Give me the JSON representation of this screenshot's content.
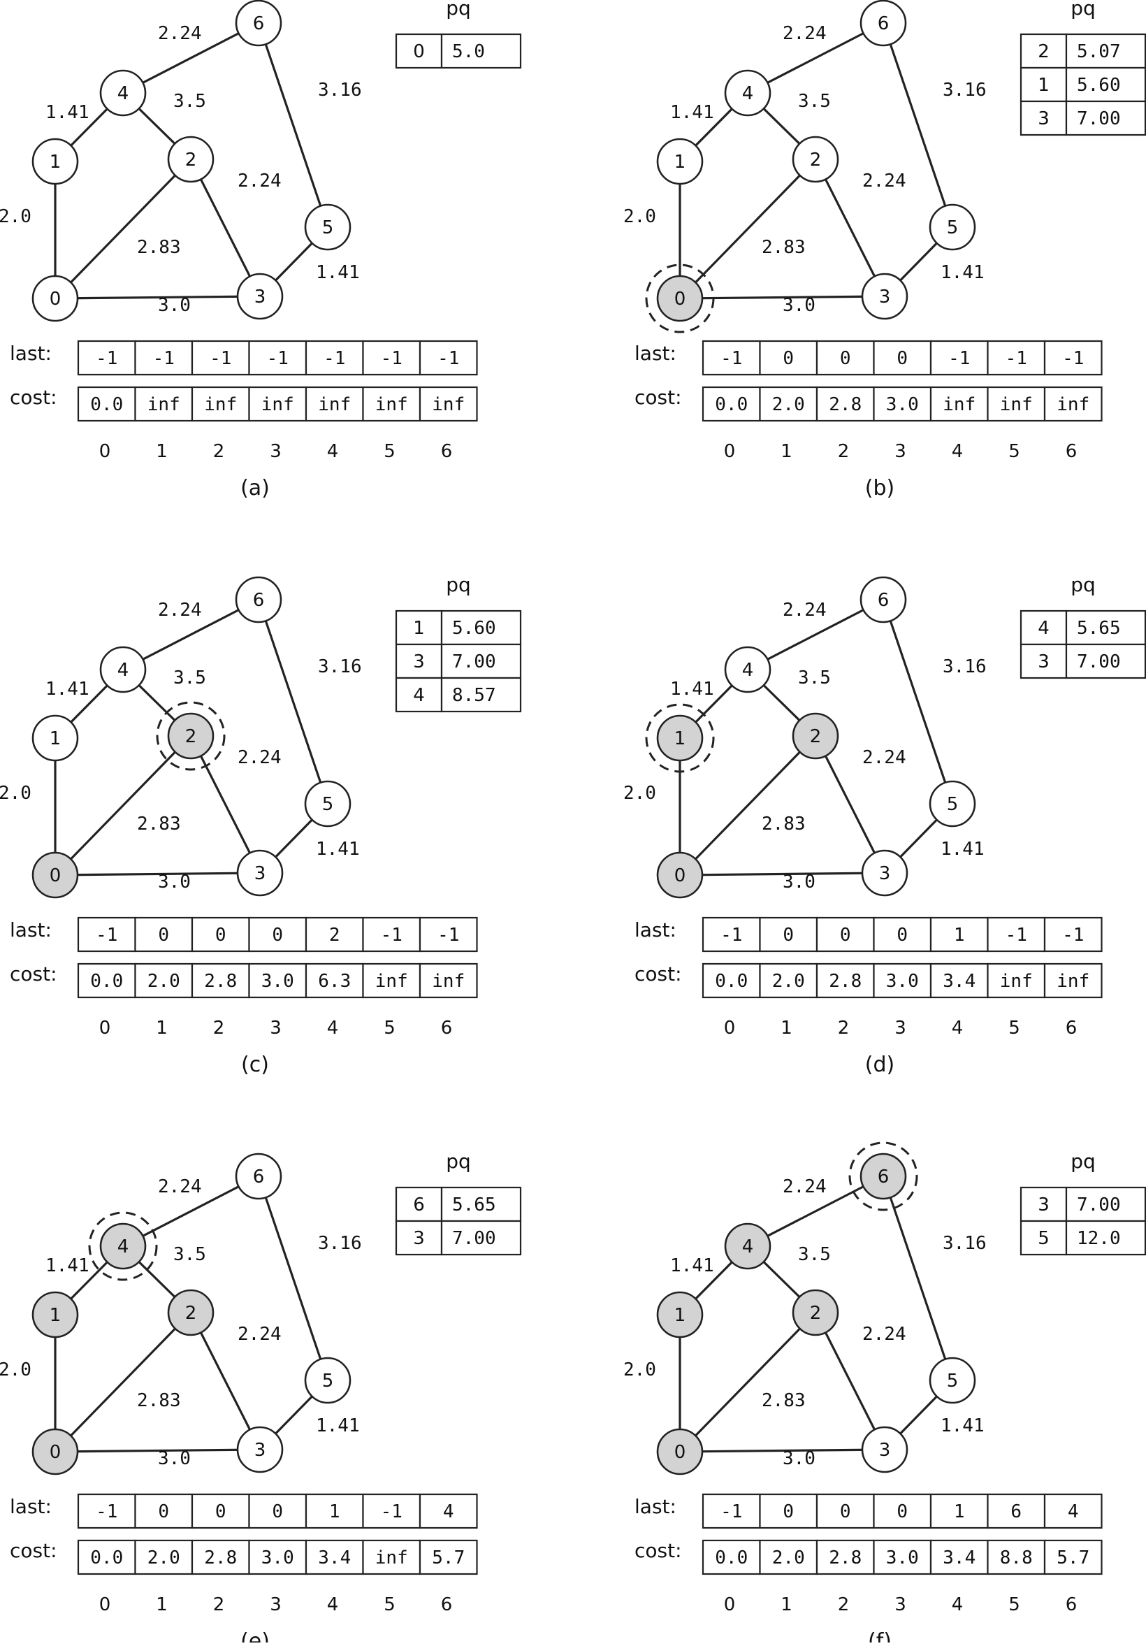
{
  "colors": {
    "visited_fill": "#d3d3d3",
    "unvisited_fill": "#ffffff",
    "stroke": "#222222"
  },
  "graph": {
    "nodes": [
      "0",
      "1",
      "2",
      "3",
      "4",
      "5",
      "6"
    ],
    "edges": [
      {
        "a": 0,
        "b": 1,
        "label": "2.0"
      },
      {
        "a": 0,
        "b": 2,
        "label": "2.83"
      },
      {
        "a": 0,
        "b": 3,
        "label": "3.0"
      },
      {
        "a": 1,
        "b": 4,
        "label": "1.41"
      },
      {
        "a": 4,
        "b": 2,
        "label": "3.5"
      },
      {
        "a": 4,
        "b": 6,
        "label": "2.24"
      },
      {
        "a": 2,
        "b": 3,
        "label": "2.24"
      },
      {
        "a": 3,
        "b": 5,
        "label": "1.41"
      },
      {
        "a": 5,
        "b": 6,
        "label": "3.16"
      }
    ]
  },
  "row_labels": {
    "last": "last:",
    "cost": "cost:"
  },
  "pq_label": "pq",
  "indices": [
    "0",
    "1",
    "2",
    "3",
    "4",
    "5",
    "6"
  ],
  "panels": [
    {
      "caption": "(a)",
      "visited": [],
      "current": null,
      "pq": [
        [
          "0",
          "5.0"
        ]
      ],
      "last": [
        "-1",
        "-1",
        "-1",
        "-1",
        "-1",
        "-1",
        "-1"
      ],
      "cost": [
        "0.0",
        "inf",
        "inf",
        "inf",
        "inf",
        "inf",
        "inf"
      ]
    },
    {
      "caption": "(b)",
      "visited": [
        0
      ],
      "current": 0,
      "pq": [
        [
          "2",
          "5.07"
        ],
        [
          "1",
          "5.60"
        ],
        [
          "3",
          "7.00"
        ]
      ],
      "last": [
        "-1",
        "0",
        "0",
        "0",
        "-1",
        "-1",
        "-1"
      ],
      "cost": [
        "0.0",
        "2.0",
        "2.8",
        "3.0",
        "inf",
        "inf",
        "inf"
      ]
    },
    {
      "caption": "(c)",
      "visited": [
        0,
        2
      ],
      "current": 2,
      "pq": [
        [
          "1",
          "5.60"
        ],
        [
          "3",
          "7.00"
        ],
        [
          "4",
          "8.57"
        ]
      ],
      "last": [
        "-1",
        "0",
        "0",
        "0",
        "2",
        "-1",
        "-1"
      ],
      "cost": [
        "0.0",
        "2.0",
        "2.8",
        "3.0",
        "6.3",
        "inf",
        "inf"
      ]
    },
    {
      "caption": "(d)",
      "visited": [
        0,
        1,
        2
      ],
      "current": 1,
      "pq": [
        [
          "4",
          "5.65"
        ],
        [
          "3",
          "7.00"
        ]
      ],
      "last": [
        "-1",
        "0",
        "0",
        "0",
        "1",
        "-1",
        "-1"
      ],
      "cost": [
        "0.0",
        "2.0",
        "2.8",
        "3.0",
        "3.4",
        "inf",
        "inf"
      ]
    },
    {
      "caption": "(e)",
      "visited": [
        0,
        1,
        2,
        4
      ],
      "current": 4,
      "pq": [
        [
          "6",
          "5.65"
        ],
        [
          "3",
          "7.00"
        ]
      ],
      "last": [
        "-1",
        "0",
        "0",
        "0",
        "1",
        "-1",
        "4"
      ],
      "cost": [
        "0.0",
        "2.0",
        "2.8",
        "3.0",
        "3.4",
        "inf",
        "5.7"
      ]
    },
    {
      "caption": "(f)",
      "visited": [
        0,
        1,
        2,
        4,
        6
      ],
      "current": 6,
      "pq": [
        [
          "3",
          "7.00"
        ],
        [
          "5",
          "12.0"
        ]
      ],
      "last": [
        "-1",
        "0",
        "0",
        "0",
        "1",
        "6",
        "4"
      ],
      "cost": [
        "0.0",
        "2.0",
        "2.8",
        "3.0",
        "3.4",
        "8.8",
        "5.7"
      ]
    }
  ]
}
